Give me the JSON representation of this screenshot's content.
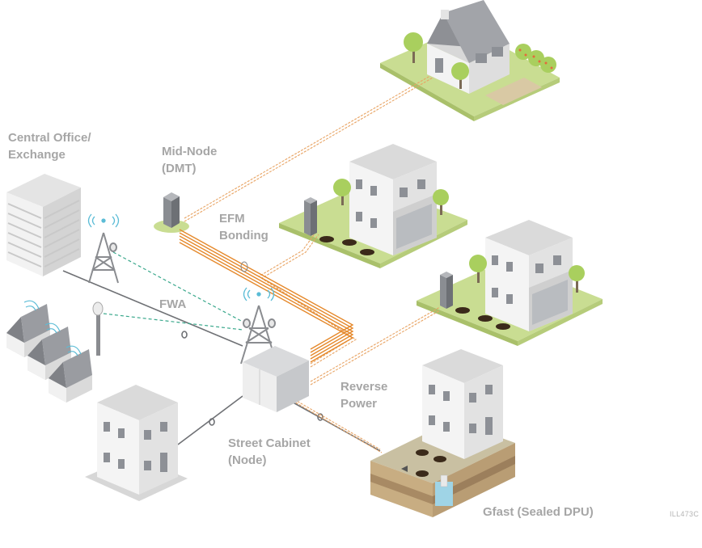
{
  "labels": {
    "central_office": [
      "Central Office/",
      "Exchange"
    ],
    "mid_node": [
      "Mid-Node",
      "(DMT)"
    ],
    "efm": [
      "EFM",
      "Bonding"
    ],
    "fwa": "FWA",
    "reverse_power": [
      "Reverse",
      "Power"
    ],
    "street_cabinet": [
      "Street Cabinet",
      "(Node)"
    ],
    "gfast": "Gfast (Sealed DPU)",
    "code": "ILL473C"
  },
  "colors": {
    "copper": "#e8a464",
    "copper_bundle": "#e5892c",
    "ground": "#c9dd92",
    "ground_edge": "#a9c06a",
    "trunk_cable": "#6f7175",
    "wireless_link": "#3aa88c",
    "wifi": "#5bbcd6",
    "building": "#ecebeb",
    "label": "#a6a6a6"
  },
  "icons": [
    "office-tower-icon",
    "cell-tower-icon",
    "street-cabinet-icon",
    "mid-node-pillar-icon",
    "house-icon",
    "apartment-building-icon",
    "wifi-signal-icon",
    "tree-icon",
    "dpu-pit-icon"
  ]
}
